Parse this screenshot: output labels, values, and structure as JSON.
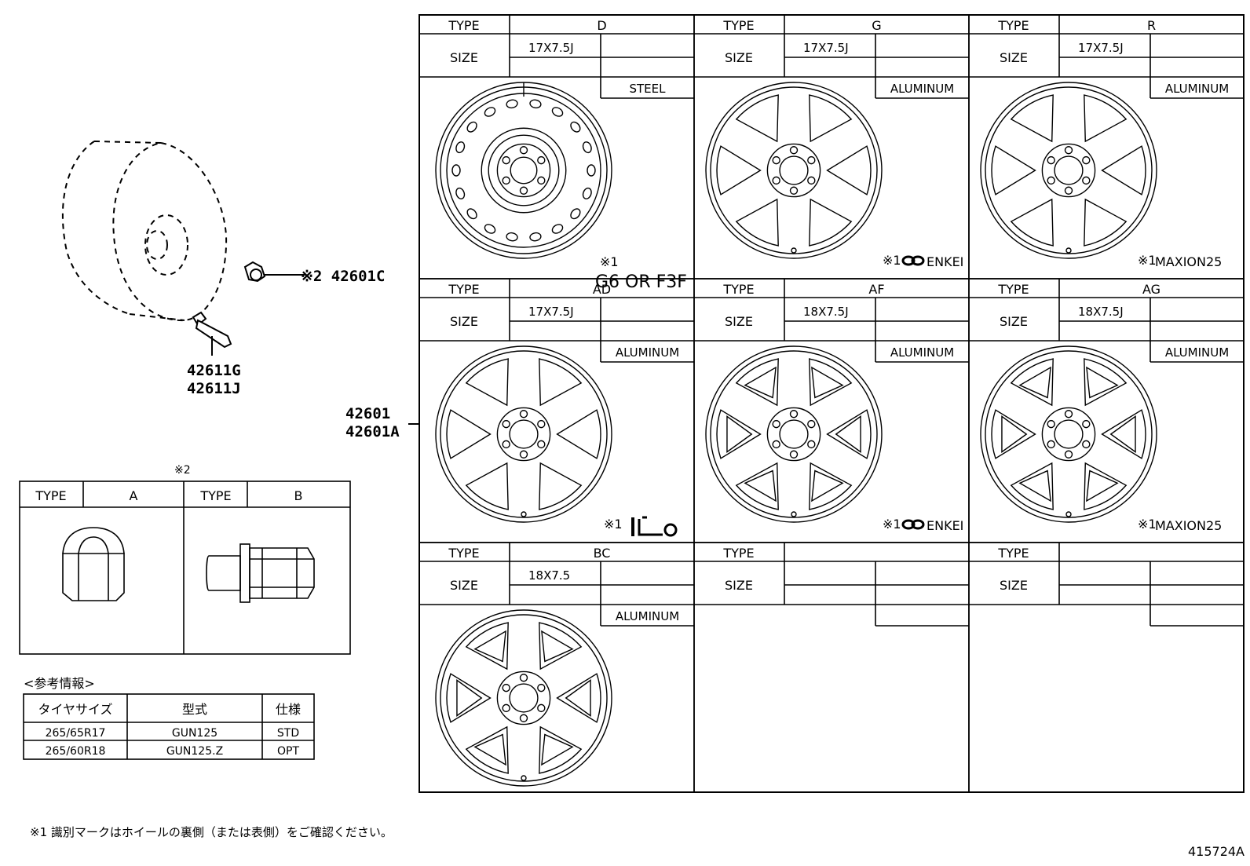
{
  "callouts": {
    "cap_note": "※2 42601C",
    "valve_1": "42611G",
    "valve_2": "42611J",
    "wheel_1": "42601",
    "wheel_2": "42601A"
  },
  "labels": {
    "type": "TYPE",
    "size": "SIZE"
  },
  "wheels": [
    {
      "type": "D",
      "size": "17X7.5J",
      "material": "STEEL",
      "mark_note": "※1",
      "mark": "G6 OR F3F"
    },
    {
      "type": "G",
      "size": "17X7.5J",
      "material": "ALUMINUM",
      "mark_note": "※1",
      "mark": "ENKEI"
    },
    {
      "type": "R",
      "size": "17X7.5J",
      "material": "ALUMINUM",
      "mark_note": "※1",
      "mark": "MAXION25"
    },
    {
      "type": "AD",
      "size": "17X7.5J",
      "material": "ALUMINUM",
      "mark_note": "※1",
      "mark": ""
    },
    {
      "type": "AF",
      "size": "18X7.5J",
      "material": "ALUMINUM",
      "mark_note": "※1",
      "mark": "ENKEI"
    },
    {
      "type": "AG",
      "size": "18X7.5J",
      "material": "ALUMINUM",
      "mark_note": "※1",
      "mark": "MAXION25"
    },
    {
      "type": "BC",
      "size": "18X7.5",
      "material": "ALUMINUM",
      "mark_note": "",
      "mark": ""
    },
    {
      "type": "",
      "size": "",
      "material": "",
      "mark_note": "",
      "mark": ""
    },
    {
      "type": "",
      "size": "",
      "material": "",
      "mark_note": "",
      "mark": ""
    }
  ],
  "nut_table": {
    "note": "※2",
    "types": [
      {
        "label": "TYPE",
        "value": "A"
      },
      {
        "label": "TYPE",
        "value": "B"
      }
    ]
  },
  "reference": {
    "title": "<参考情報>",
    "headers": [
      "タイヤサイズ",
      "型式",
      "仕様"
    ],
    "rows": [
      [
        "265/65R17",
        "GUN125",
        "STD"
      ],
      [
        "265/60R18",
        "GUN125.Z",
        "OPT"
      ]
    ]
  },
  "footnote": "※1 識別マークはホイールの裏側（または表側）をご確認ください。",
  "diagram_id": "415724A"
}
